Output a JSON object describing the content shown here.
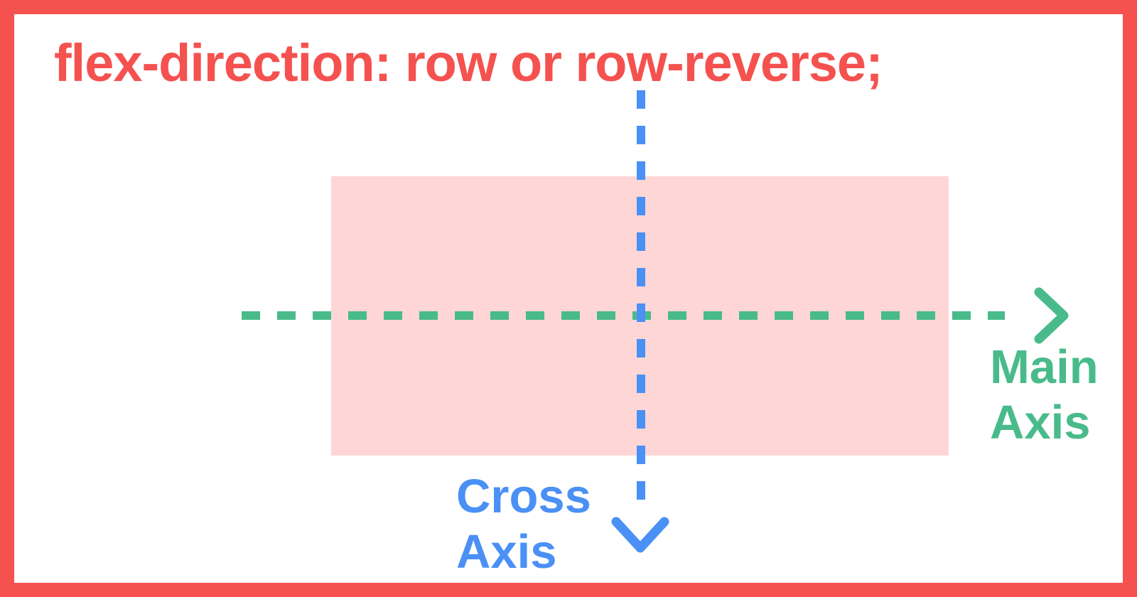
{
  "title": "flex-direction: row or row-reverse;",
  "axes": {
    "main": {
      "label_line1": "Main",
      "label_line2": "Axis"
    },
    "cross": {
      "label_line1": "Cross",
      "label_line2": "Axis"
    }
  },
  "colors": {
    "red": "#f4514f",
    "pink": "#ffd6d6",
    "green": "#49bb8b",
    "blue": "#4a90f5",
    "background": "#ffffff"
  }
}
